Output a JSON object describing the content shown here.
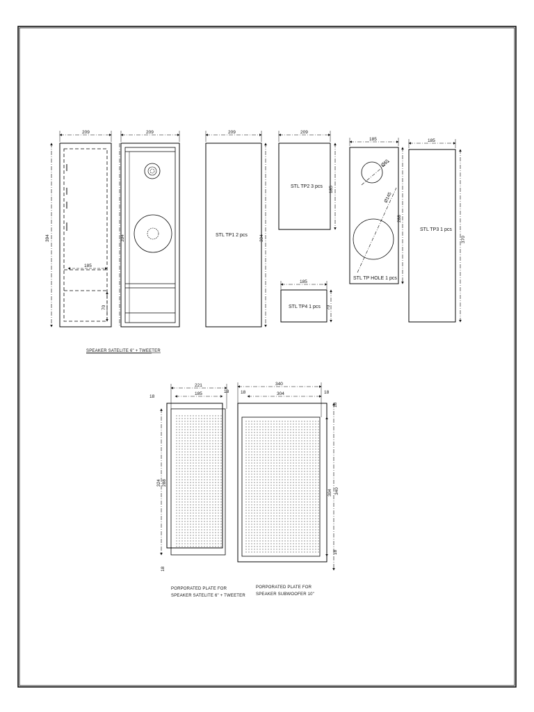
{
  "drawing": {
    "views": {
      "side_section": {
        "width_dim": "209",
        "height_dim": "394",
        "inner_width_dim": "185",
        "base_height_dim": "70"
      },
      "front_view": {
        "width_dim": "209",
        "height_dim": "394"
      },
      "tp1": {
        "width_dim": "209",
        "height_dim": "394",
        "label": "STL TP1 2 pcs"
      },
      "tp2": {
        "width_dim": "209",
        "height_dim": "185",
        "label": "STL TP2 3 pcs"
      },
      "tp4": {
        "width_dim": "185",
        "height_dim": "70",
        "label": "STL TP4 1 pcs"
      },
      "hole_plate": {
        "width_dim": "185",
        "height_dim": "288",
        "tweeter_dia": "Ø65",
        "woofer_dia": "Ø145",
        "label": "STL TP HOLE 1 pcs"
      },
      "tp3": {
        "width_dim": "185",
        "height_dim": "370",
        "label": "STL TP3 1 pcs"
      }
    },
    "caption_satellite": "SPEAKER SATELITE 6\" + TWEETER",
    "perforated_left": {
      "outer_width_dim": "221",
      "inner_width_dim": "185",
      "margin_left": "18",
      "margin_right": "18",
      "height_dim": "324",
      "inner_height_dim": "288",
      "margin_bottom": "18",
      "caption_line1": "PORPORATED PLATE FOR",
      "caption_line2": "SPEAKER SATELITE 6\" + TWEETER"
    },
    "perforated_right": {
      "outer_width_dim": "340",
      "inner_width_dim": "304",
      "margin_left": "18",
      "margin_right": "18",
      "height_dim": "340",
      "inner_height_dim": "304",
      "margin_top": "18",
      "margin_bottom": "18",
      "caption_line1": "PORPORATED PLATE FOR",
      "caption_line2": "SPEAKER SUBWOOFER 10\""
    }
  }
}
